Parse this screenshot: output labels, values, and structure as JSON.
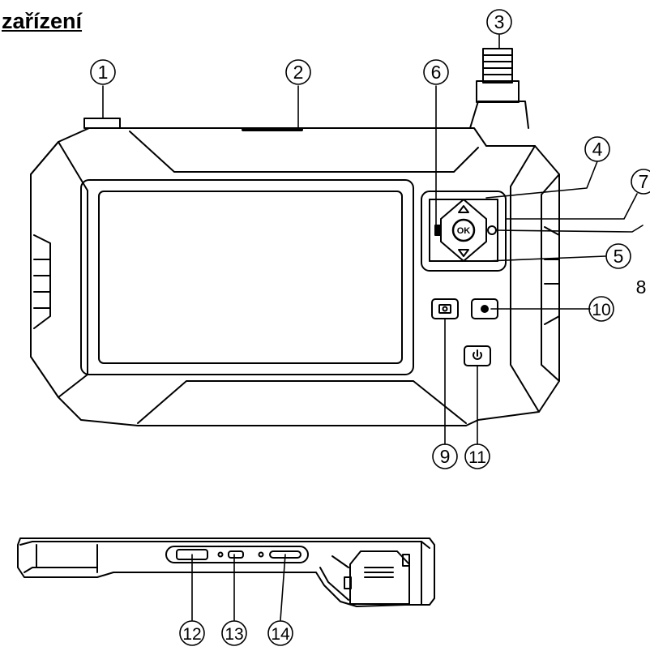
{
  "title": "zařízení",
  "device": {
    "ok_label": "OK"
  },
  "callouts": [
    {
      "id": "1",
      "part": "1"
    },
    {
      "id": "2",
      "part": "2"
    },
    {
      "id": "3",
      "part": "3"
    },
    {
      "id": "4",
      "part": "4"
    },
    {
      "id": "5",
      "part": "5"
    },
    {
      "id": "6",
      "part": "6"
    },
    {
      "id": "7",
      "part": "7"
    },
    {
      "id": "8",
      "part": "8"
    },
    {
      "id": "9",
      "part": "9"
    },
    {
      "id": "10",
      "part": "10"
    },
    {
      "id": "11",
      "part": "11"
    },
    {
      "id": "12",
      "part": "12"
    },
    {
      "id": "13",
      "part": "13"
    },
    {
      "id": "14",
      "part": "14"
    }
  ],
  "colors": {
    "line": "#000000",
    "background": "#ffffff"
  }
}
